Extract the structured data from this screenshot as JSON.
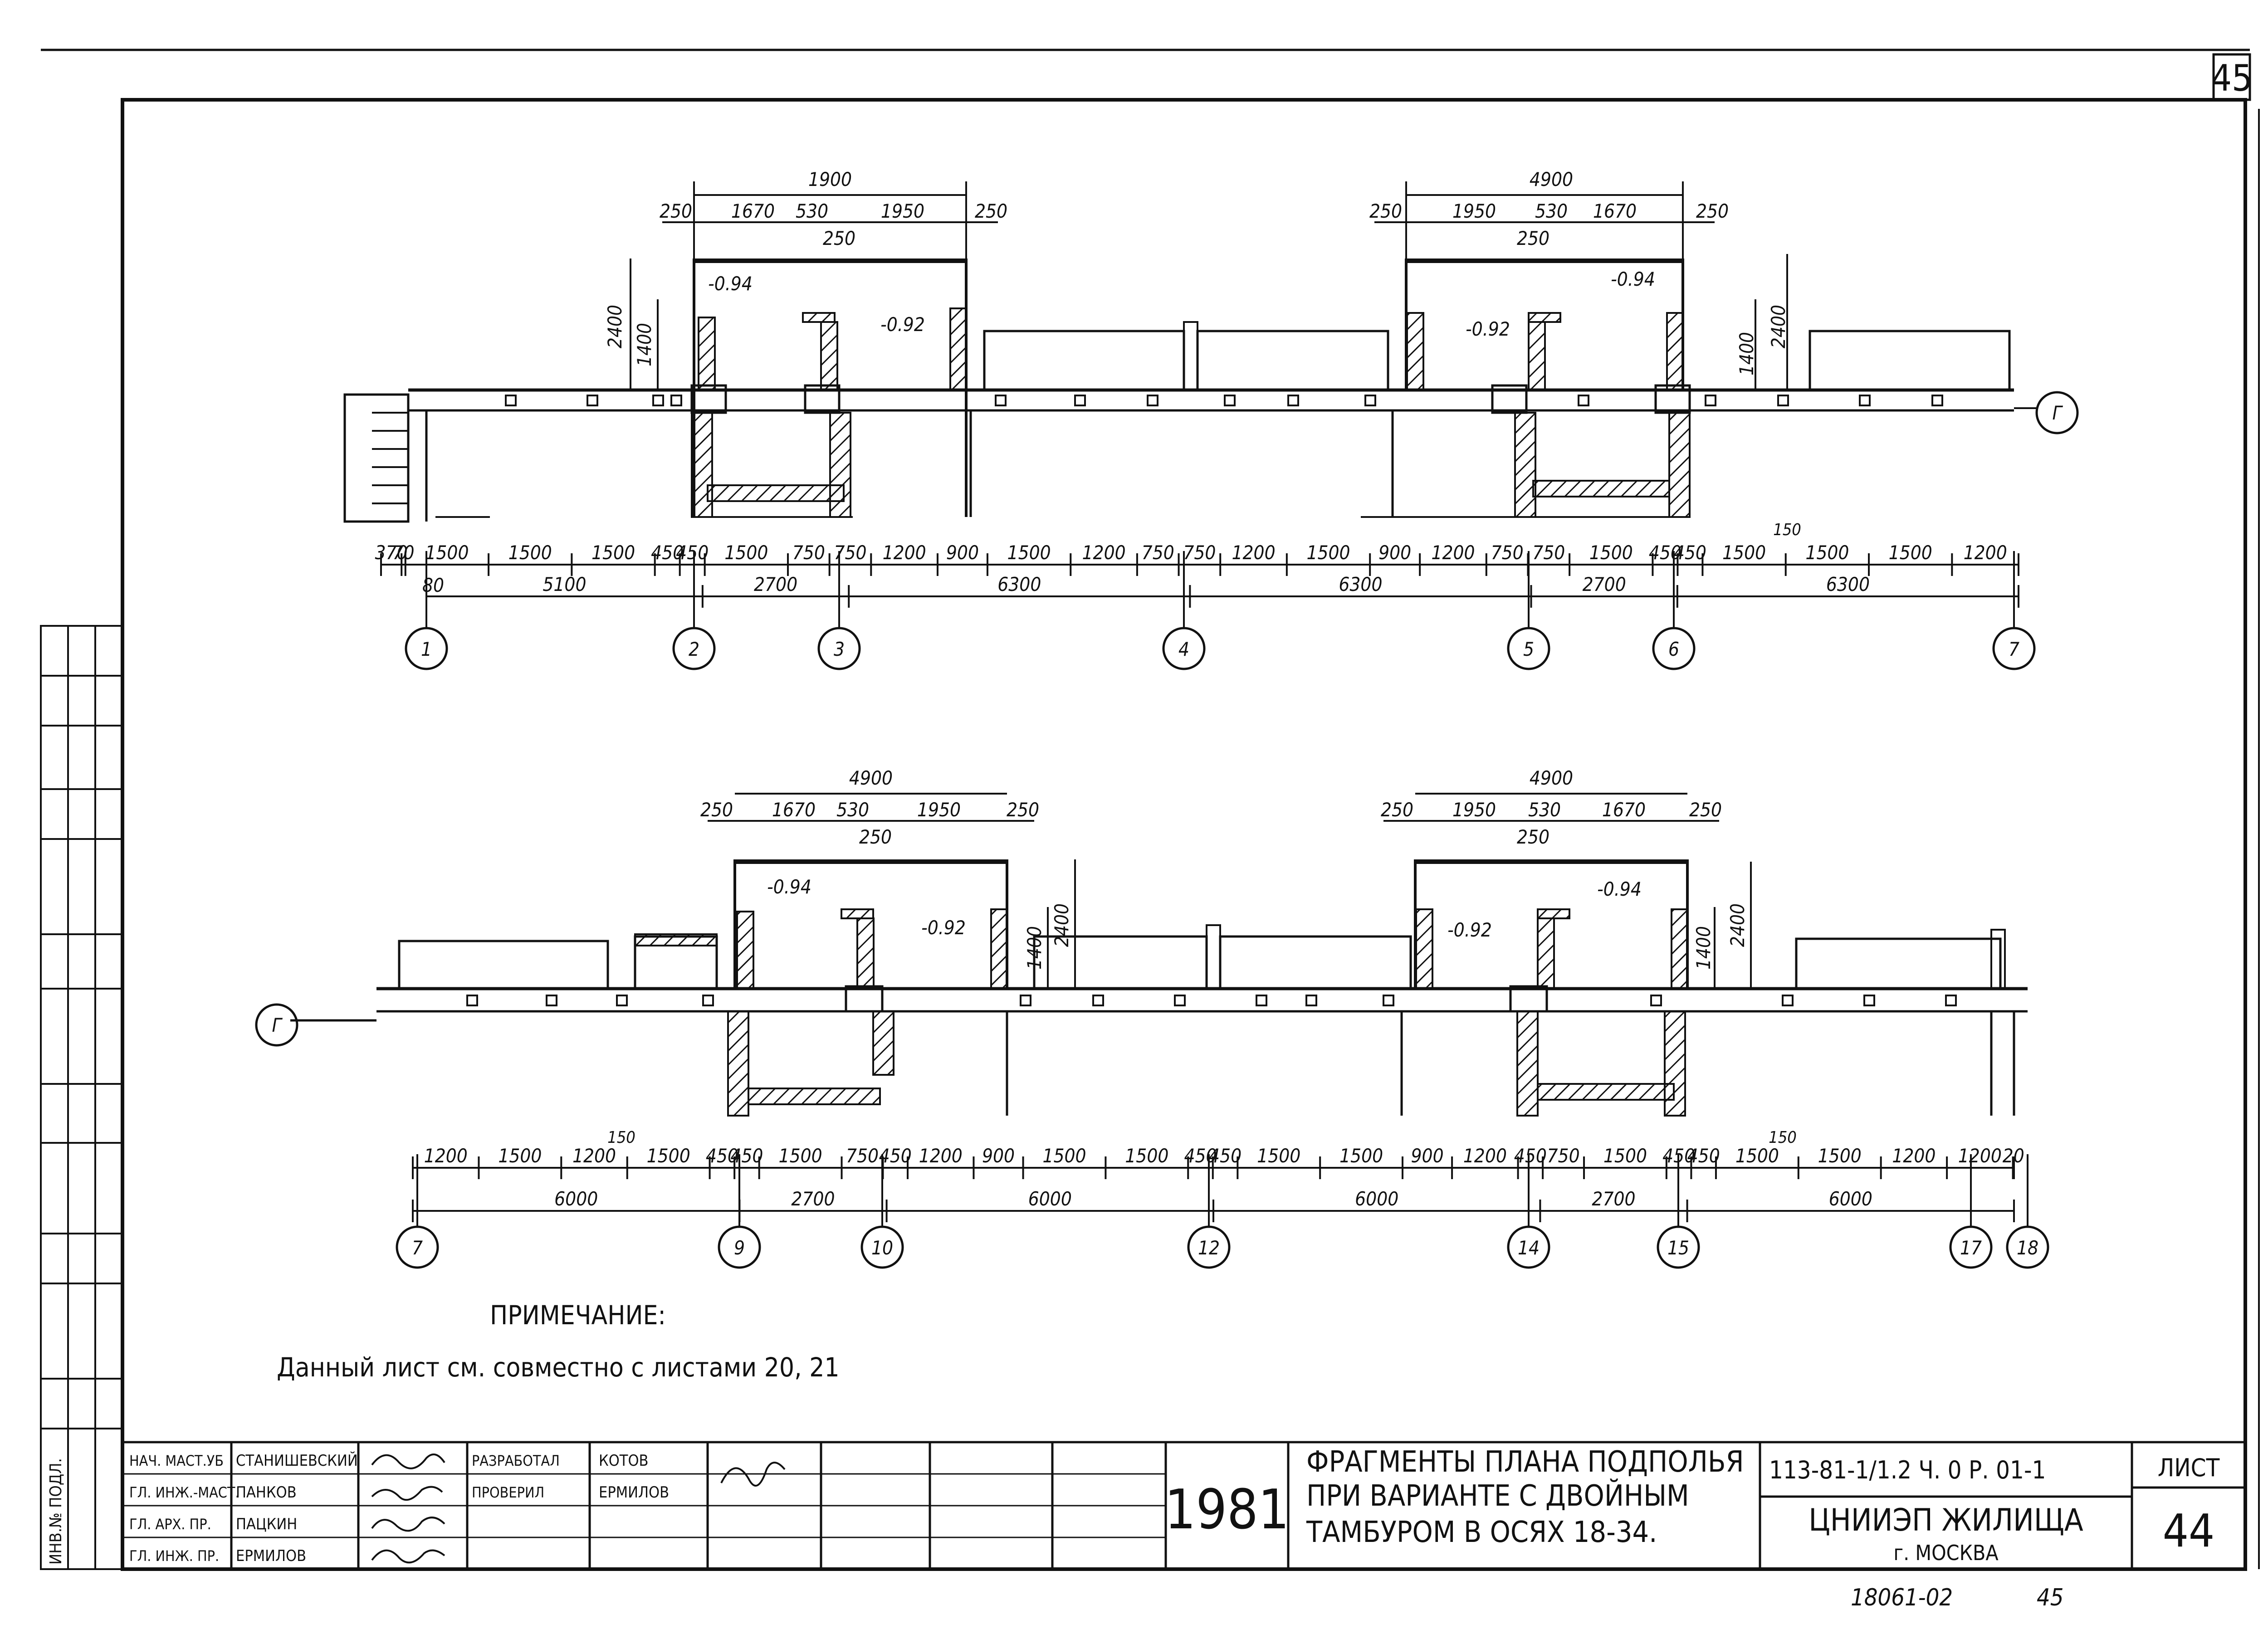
{
  "sheet": {
    "sheet_corner_number": "45",
    "note_title": "ПРИМЕЧАНИЕ:",
    "note_text": "Данный лист см. совместно с листами 20, 21",
    "inv_label": "ИНВ.№ ПОДЛ.",
    "handwritten_code": "18061-02",
    "handwritten_page": "45"
  },
  "plan_top": {
    "axis_markers": [
      "1",
      "2",
      "3",
      "4",
      "5",
      "6",
      "7"
    ],
    "row_marker": "Г",
    "left_unit": {
      "dims_over": [
        "250",
        "1670",
        "530",
        "1950",
        "250"
      ],
      "total": "1900",
      "sub": "250",
      "elev_a": "-0.94",
      "elev_b": "-0.92",
      "height_2400": "2400",
      "height_1400": "1400"
    },
    "right_unit": {
      "dims_over": [
        "250",
        "1950",
        "530",
        "1670",
        "250"
      ],
      "total": "4900",
      "sub": "250",
      "elev_a": "-0.92",
      "elev_b": "-0.94",
      "height_2400": "2400",
      "height_1400": "1400"
    },
    "chain_detail": [
      "370",
      "70",
      "1500",
      "1500",
      "1500",
      "450",
      "450",
      "1500",
      "750",
      "750",
      "1200",
      "900",
      "1500",
      "1200",
      "750",
      "750",
      "1200",
      "1500",
      "900",
      "1200",
      "750",
      "750",
      "1500",
      "450",
      "450",
      "1500",
      "1500",
      "1500",
      "1200"
    ],
    "extra_150": "150",
    "extra_80": "80",
    "chain_axes": [
      "5100",
      "2700",
      "6300",
      "6300",
      "2700",
      "6300"
    ]
  },
  "plan_bottom": {
    "axis_markers": [
      "7",
      "9",
      "10",
      "12",
      "14",
      "15",
      "17",
      "18"
    ],
    "row_marker": "Г",
    "left_unit": {
      "dims_over": [
        "250",
        "1670",
        "530",
        "1950",
        "250"
      ],
      "total": "4900",
      "sub": "250",
      "elev_a": "-0.94",
      "elev_b": "-0.92",
      "height_2400": "2400",
      "height_1400": "1400"
    },
    "right_unit": {
      "dims_over": [
        "250",
        "1950",
        "530",
        "1670",
        "250"
      ],
      "total": "4900",
      "sub": "250",
      "elev_a": "-0.92",
      "elev_b": "-0.94",
      "height_2400": "2400",
      "height_1400": "1400"
    },
    "chain_detail": [
      "1200",
      "1500",
      "1200",
      "1500",
      "450",
      "450",
      "1500",
      "750",
      "450",
      "1200",
      "900",
      "1500",
      "1500",
      "450",
      "450",
      "1500",
      "1500",
      "900",
      "1200",
      "450",
      "750",
      "1500",
      "450",
      "450",
      "1500",
      "1500",
      "1200",
      "1200",
      "20"
    ],
    "extra_150a": "150",
    "extra_150b": "150",
    "chain_axes": [
      "6000",
      "2700",
      "6000",
      "6000",
      "2700",
      "6000"
    ]
  },
  "title_block": {
    "roles": [
      "НАЧ. МАСТ.УБ",
      "ГЛ. ИНЖ.-МАСТ.",
      "ГЛ. АРХ. ПР.",
      "ГЛ. ИНЖ. ПР."
    ],
    "names": [
      "СТАНИШЕВСКИЙ",
      "ПАНКОВ",
      "ПАЦКИН",
      "ЕРМИЛОВ"
    ],
    "roles2": [
      "РАЗРАБОТАЛ",
      "ПРОВЕРИЛ"
    ],
    "names2": [
      "КОТОВ",
      "ЕРМИЛОВ"
    ],
    "year": "1981",
    "drawing_title_1": "ФРАГМЕНТЫ ПЛАНА ПОДПОЛЬЯ",
    "drawing_title_2": "ПРИ ВАРИАНТЕ С ДВОЙНЫМ",
    "drawing_title_3": "ТАМБУРОМ В ОСЯХ 18-34.",
    "code": "113-81-1/1.2 Ч. 0 Р. 01-1",
    "org": "ЦНИИЭП ЖИЛИЩА",
    "city": "г. МОСКВА",
    "sheet_label": "ЛИСТ",
    "sheet_no": "44"
  }
}
